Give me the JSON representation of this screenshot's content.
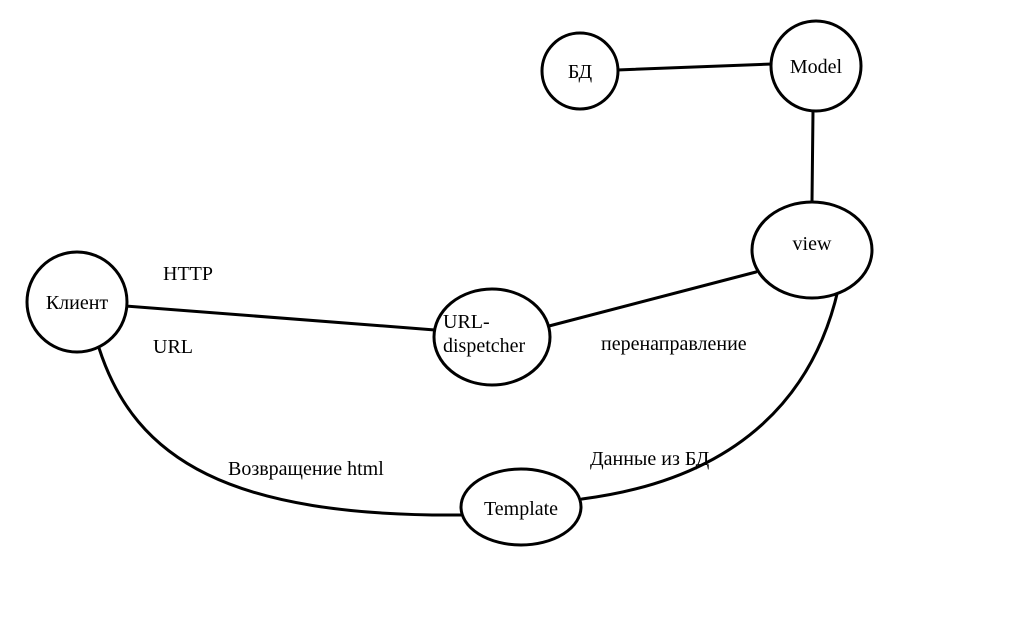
{
  "diagram": {
    "background_color": "#ffffff",
    "stroke_color": "#000000",
    "nodes": {
      "db": {
        "label": "БД"
      },
      "model": {
        "label": "Model"
      },
      "view": {
        "label": "view"
      },
      "client": {
        "label": "Клиент"
      },
      "url_dispetcher": {
        "label_line1": "URL-",
        "label_line2": "dispetcher"
      },
      "template": {
        "label": "Template"
      }
    },
    "edge_labels": {
      "http": "HTTP",
      "url": "URL",
      "redirect": "перенаправление",
      "data_from_db": "Данные из БД",
      "return_html": "Возвращение html"
    }
  }
}
